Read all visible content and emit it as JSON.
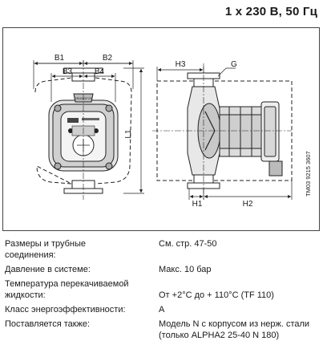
{
  "heading": "1 x 230 В, 50 Гц",
  "drawing": {
    "labels": {
      "b1": "B1",
      "b2": "B2",
      "b3": "B3",
      "b4": "B4",
      "l1": "L1",
      "h1": "H1",
      "h2": "H2",
      "h3": "H3",
      "g": "G"
    },
    "code": "TM03 9215 3607"
  },
  "specs": [
    {
      "label": "Размеры и трубные\nсоединения:",
      "value": "См. стр. 47-50"
    },
    {
      "label": "Давление в системе:",
      "value": "Макс. 10 бар"
    },
    {
      "label": "Температура перекачиваемой\nжидкости:",
      "value": "\nОт +2°C до + 110°C (TF 110)"
    },
    {
      "label": "Класс энергоэффективности:",
      "value": "A"
    },
    {
      "label": "Поставляется также:",
      "value": "Модель N с корпусом из нерж. стали\n(только ALPHA2 25-40 N 180)"
    }
  ]
}
